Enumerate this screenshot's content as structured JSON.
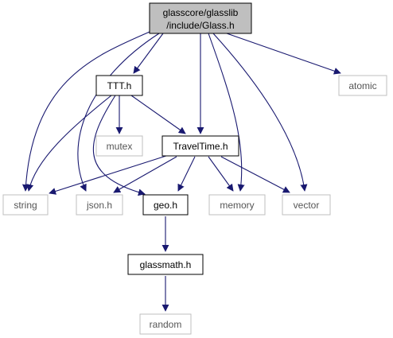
{
  "diagram": {
    "nodes": {
      "glass_h": {
        "label_line1": "glasscore/glasslib",
        "label_line2": "/include/Glass.h"
      },
      "ttt_h": {
        "label": "TTT.h"
      },
      "atomic": {
        "label": "atomic"
      },
      "mutex": {
        "label": "mutex"
      },
      "traveltime_h": {
        "label": "TravelTime.h"
      },
      "string": {
        "label": "string"
      },
      "json_h": {
        "label": "json.h"
      },
      "geo_h": {
        "label": "geo.h"
      },
      "memory": {
        "label": "memory"
      },
      "vector": {
        "label": "vector"
      },
      "glassmath_h": {
        "label": "glassmath.h"
      },
      "random": {
        "label": "random"
      }
    },
    "colors": {
      "edge": "#191970",
      "focus_fill": "#bfbfbf",
      "node_border": "#000000",
      "external_border": "#bfbfbf",
      "external_text": "#555555"
    }
  }
}
